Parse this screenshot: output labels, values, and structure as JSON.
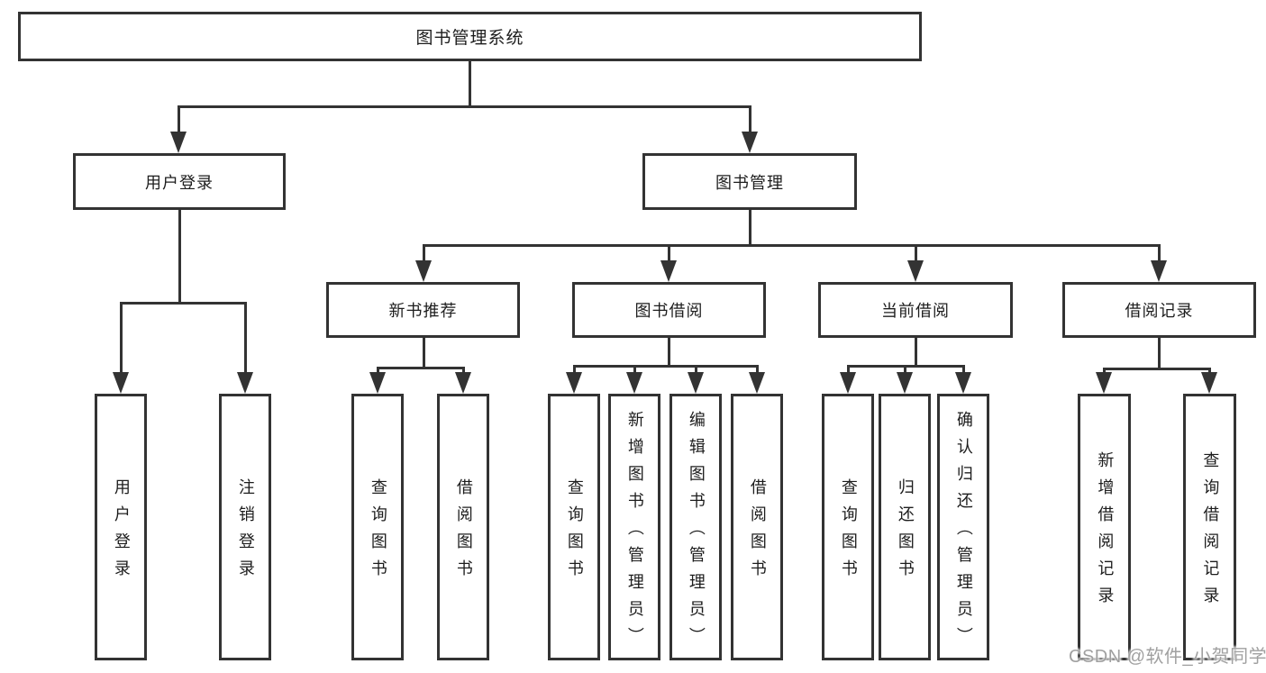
{
  "tree": {
    "root": {
      "label": "图书管理系统"
    },
    "level2": [
      {
        "id": "user-login",
        "label": "用户登录"
      },
      {
        "id": "book-management",
        "label": "图书管理"
      }
    ],
    "level3": [
      {
        "id": "new-book-recommend",
        "label": "新书推荐"
      },
      {
        "id": "book-borrow",
        "label": "图书借阅"
      },
      {
        "id": "current-borrow",
        "label": "当前借阅"
      },
      {
        "id": "borrow-records",
        "label": "借阅记录"
      }
    ],
    "leaves": {
      "user_login": [
        "用户登录",
        "注销登录"
      ],
      "new_books": [
        "查询图书",
        "借阅图书"
      ],
      "book_borrow": [
        "查询图书",
        "新增图书（管理员）",
        "编辑图书（管理员）",
        "借阅图书"
      ],
      "current_borrow": [
        "查询图书",
        "归还图书",
        "确认归还（管理员）"
      ],
      "borrow_records": [
        "新增借阅记录",
        "查询借阅记录"
      ]
    }
  },
  "watermark": {
    "text": "CSDN @软件_小贺同学"
  },
  "colors": {
    "line": "#333333",
    "text": "#1d1d1d",
    "background": "#ffffff",
    "watermark": "#a0a0a0"
  }
}
